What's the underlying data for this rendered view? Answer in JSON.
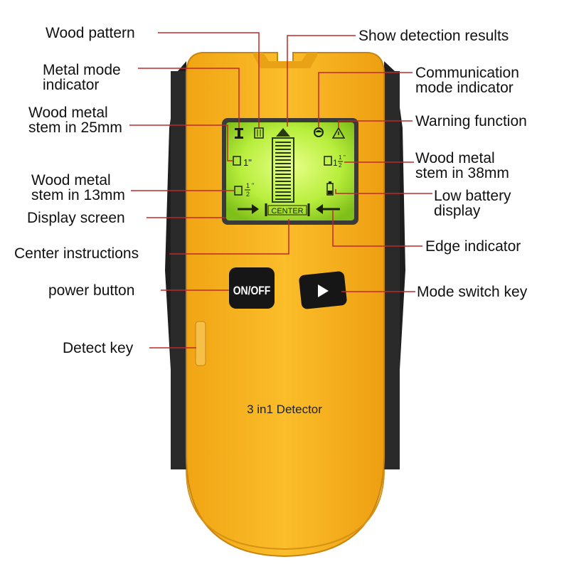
{
  "labels": {
    "wood_pattern": "Wood pattern",
    "metal_mode_1": "Metal mode",
    "metal_mode_2": "indicator",
    "wood25_1": "Wood metal",
    "wood25_2": "stem in 25mm",
    "wood13_1": "Wood metal",
    "wood13_2": "stem in 13mm",
    "display_screen": "Display screen",
    "center_instructions": "Center instructions",
    "power_button": "power button",
    "detect_key": "Detect key",
    "show_results": "Show detection results",
    "comm_mode_1": "Communication",
    "comm_mode_2": "mode indicator",
    "warning_function": "Warning function",
    "wood38_1": "Wood metal",
    "wood38_2": "stem in 38mm",
    "low_battery_1": "Low battery",
    "low_battery_2": "display",
    "edge_indicator": "Edge indicator",
    "mode_switch": "Mode switch key"
  },
  "device": {
    "onoff_label": "ON/OFF",
    "brand_text": "3 in1 Detector",
    "center_label": "CENTER",
    "screen_marks": {
      "one_inch": "1\"",
      "half_num": "1",
      "half_den": "2",
      "one_half_whole": "1",
      "one_half_num": "1",
      "one_half_den": "2",
      "inch_mark": "\""
    }
  },
  "colors": {
    "body_yellow": "#f6b01e",
    "body_black": "#1c1c1c",
    "screen_green": "#bff04a",
    "callout_red": "#c0282a"
  }
}
